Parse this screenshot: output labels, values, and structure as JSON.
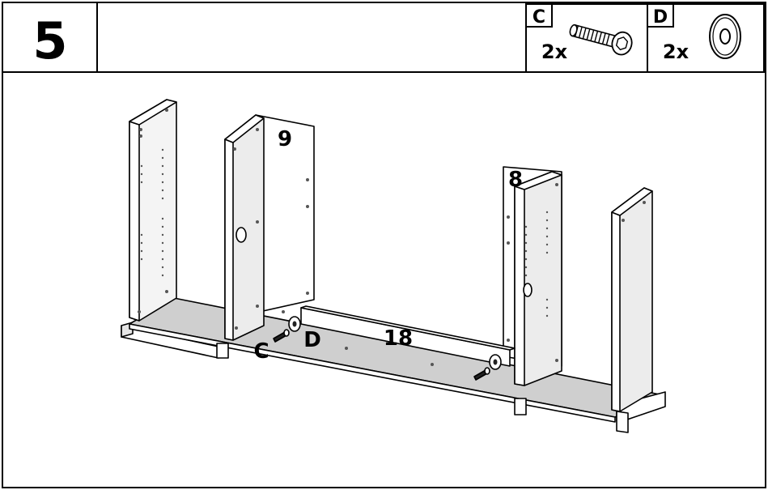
{
  "step": {
    "number": "5"
  },
  "parts": [
    {
      "letter": "C",
      "quantity": "2x",
      "icon": "screw-icon"
    },
    {
      "letter": "D",
      "quantity": "2x",
      "icon": "washer-icon"
    }
  ],
  "panels": {
    "left_divider": "9",
    "right_divider": "8",
    "back_rail": "18"
  },
  "callouts": {
    "screw": "C",
    "washer": "D"
  },
  "colors": {
    "line": "#000000",
    "panel_front": "#ececec",
    "panel_top": "#f4f4f4",
    "floor": "#cfcfcf",
    "holes": "#555555"
  }
}
